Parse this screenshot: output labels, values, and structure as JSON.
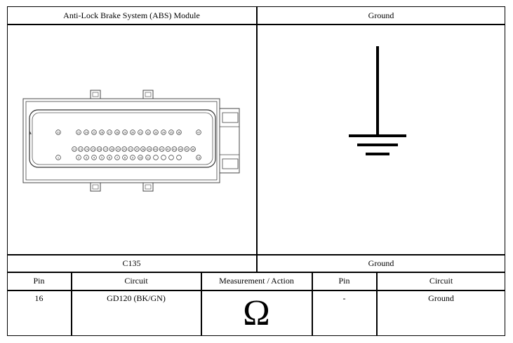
{
  "top_left_header": "Anti-Lock Brake System (ABS) Module",
  "top_right_header": "Ground",
  "bottom_left_label": "C135",
  "bottom_right_label": "Ground",
  "table": {
    "headers": [
      "Pin",
      "Circuit",
      "Measurement / Action",
      "Pin",
      "Circuit"
    ],
    "row": {
      "pin_a": "16",
      "circuit_a": "GD120 (BK/GN)",
      "measurement_symbol": "Ω",
      "pin_b": "-",
      "circuit_b": "Ground"
    }
  },
  "connector": {
    "row1_left": "23",
    "row1": [
      "22",
      "24",
      "25",
      "26",
      "27",
      "28",
      "29",
      "30",
      "31",
      "32",
      "33",
      "34",
      "35",
      "36"
    ],
    "row1_right": "47",
    "row2": [
      "12",
      "13",
      "14",
      "15",
      "16",
      "17",
      "18",
      "19",
      "20",
      "21",
      "37",
      "38",
      "39",
      "40",
      "41",
      "42",
      "43",
      "44",
      "45",
      "46"
    ],
    "row3_left": "1",
    "row3": [
      "2",
      "3",
      "4",
      "5",
      "6",
      "7",
      "8",
      "9",
      "10",
      "11"
    ],
    "row3_right": "13"
  }
}
